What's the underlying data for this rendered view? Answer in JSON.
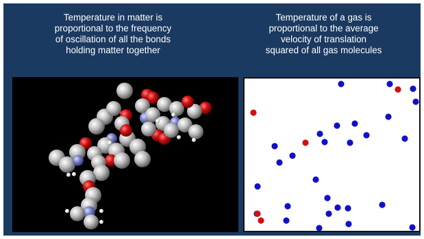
{
  "captions": {
    "left": "Temperature in matter is\nproportional to the frequency\nof oscillation of all the bonds\nholding matter together",
    "right": "Temperature of a gas is\nproportional to the average\nvelocity of translation\nsquared of all gas molecules"
  },
  "colors": {
    "background": "#1b3a61",
    "caption_text": "#ffffff",
    "molecule_panel": "#000000",
    "gas_panel": "#ffffff",
    "carbon": "#b8b8b8",
    "oxygen": "#d01010",
    "nitrogen": "#7a80c8",
    "hydrogen": "#ffffff",
    "gas_blue": "#1010c8",
    "gas_red": "#d01010"
  },
  "icons": {
    "molecule": "ball-and-stick-molecule",
    "gas": "gas-particles"
  }
}
